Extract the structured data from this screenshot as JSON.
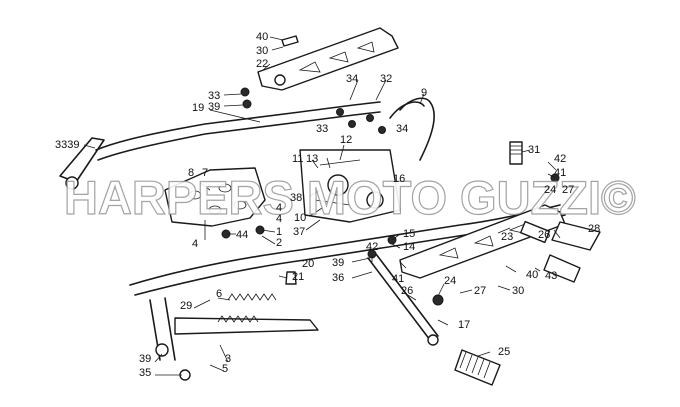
{
  "watermark": "HARPERS MOTO GUZZI©",
  "callouts": [
    "40",
    "30",
    "22",
    "33",
    "39",
    "34",
    "32",
    "9",
    "19",
    "3339",
    "33",
    "34",
    "31",
    "42",
    "41",
    "24",
    "27",
    "11",
    "13",
    "12",
    "8",
    "7",
    "16",
    "38",
    "10",
    "37",
    "4",
    "1",
    "44",
    "4",
    "2",
    "15",
    "14",
    "23",
    "42",
    "26",
    "28",
    "40",
    "43",
    "20",
    "39",
    "36",
    "21",
    "41",
    "24",
    "27",
    "30",
    "26",
    "6",
    "29",
    "17",
    "25",
    "3",
    "39",
    "35",
    "5",
    "4"
  ]
}
